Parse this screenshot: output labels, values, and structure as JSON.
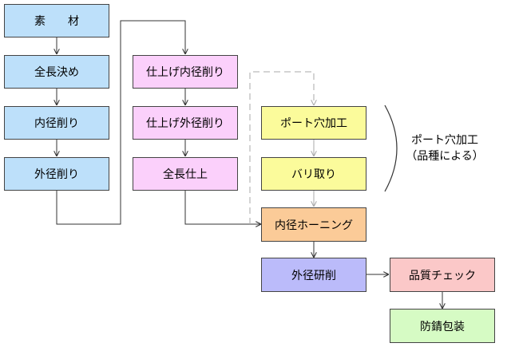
{
  "steps": {
    "material": "素　　材",
    "full_length_1": "全長決め",
    "inner_cut": "内径削り",
    "outer_cut": "外径削り",
    "finish_inner": "仕上げ内径削り",
    "finish_outer": "仕上げ外径削り",
    "full_length_finish": "全長仕上",
    "port_hole": "ポート穴加工",
    "deburr": "バリ取り",
    "honing": "内径ホーニング",
    "outer_grind": "外径研削",
    "quality_check": "品質チェック",
    "rust_pack": "防錆包装"
  },
  "note": {
    "line1": "ポート穴加工",
    "line2": "（品種による）"
  },
  "colors": {
    "blue": "#bde0fa",
    "pink": "#fbd0fb",
    "yellow": "#fbfb9b",
    "orange": "#fbcb98",
    "violet": "#bbbbfa",
    "salmon": "#fbc8c8",
    "green": "#d6fbc4"
  }
}
